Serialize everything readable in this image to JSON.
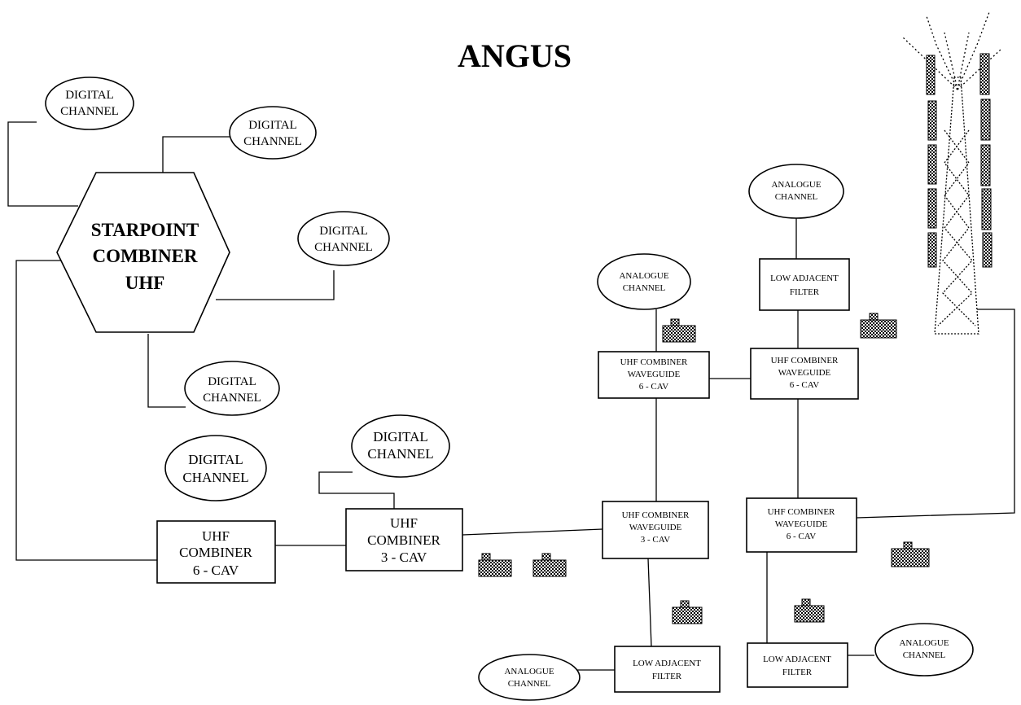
{
  "title": "ANGUS",
  "starpoint": {
    "line1": "STARPOINT",
    "line2": "COMBINER",
    "line3": "UHF"
  },
  "digital_channels": [
    {
      "line1": "DIGITAL",
      "line2": "CHANNEL"
    },
    {
      "line1": "DIGITAL",
      "line2": "CHANNEL"
    },
    {
      "line1": "DIGITAL",
      "line2": "CHANNEL"
    },
    {
      "line1": "DIGITAL",
      "line2": "CHANNEL"
    },
    {
      "line1": "DIGITAL",
      "line2": "CHANNEL"
    },
    {
      "line1": "DIGITAL",
      "line2": "CHANNEL"
    }
  ],
  "analogue_channels": [
    {
      "line1": "ANALOGUE",
      "line2": "CHANNEL"
    },
    {
      "line1": "ANALOGUE",
      "line2": "CHANNEL"
    },
    {
      "line1": "ANALOGUE",
      "line2": "CHANNEL"
    },
    {
      "line1": "ANALOGUE",
      "line2": "CHANNEL"
    }
  ],
  "uhf_combiners": [
    {
      "line1": "UHF",
      "line2": "COMBINER",
      "line3": "6 - CAV"
    },
    {
      "line1": "UHF",
      "line2": "COMBINER",
      "line3": "3 - CAV"
    }
  ],
  "waveguide_combiners": [
    {
      "line1": "UHF COMBINER",
      "line2": "WAVEGUIDE",
      "line3": "6 - CAV"
    },
    {
      "line1": "UHF COMBINER",
      "line2": "WAVEGUIDE",
      "line3": "6 - CAV"
    },
    {
      "line1": "UHF COMBINER",
      "line2": "WAVEGUIDE",
      "line3": "3 - CAV"
    },
    {
      "line1": "UHF COMBINER",
      "line2": "WAVEGUIDE",
      "line3": "6 - CAV"
    }
  ],
  "low_adjacent_filters": [
    {
      "line1": "LOW ADJACENT",
      "line2": "FILTER"
    },
    {
      "line1": "LOW ADJACENT",
      "line2": "FILTER"
    },
    {
      "line1": "LOW ADJACENT",
      "line2": "FILTER"
    }
  ],
  "icons": {
    "transmitter": "transmitter-icon",
    "mast": "mast-icon"
  }
}
